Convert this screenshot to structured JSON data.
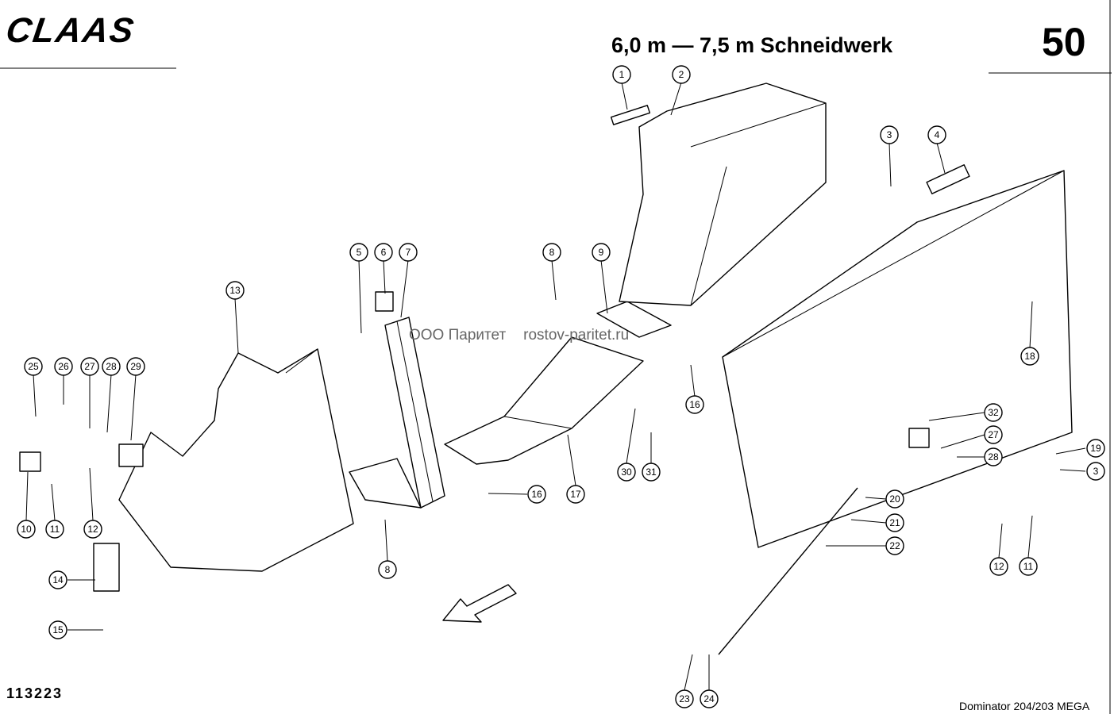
{
  "header": {
    "brand": "CLAAS",
    "title": "6,0 m — 7,5 m Schneidwerk",
    "page_number": "50"
  },
  "footer": {
    "drawing_number": "113223",
    "model": "Dominator 204/203 MEGA"
  },
  "watermark": {
    "left": "ООО Паритет",
    "right": "rostov-paritet.ru"
  },
  "callouts": [
    "1",
    "2",
    "3",
    "4",
    "5",
    "6",
    "7",
    "8",
    "9",
    "3",
    "13",
    "25",
    "26",
    "27",
    "28",
    "29",
    "16",
    "18",
    "32",
    "27",
    "28",
    "19",
    "10",
    "11",
    "12",
    "20",
    "21",
    "22",
    "17",
    "16",
    "30",
    "31",
    "8",
    "14",
    "15",
    "12",
    "11",
    "23",
    "24"
  ]
}
